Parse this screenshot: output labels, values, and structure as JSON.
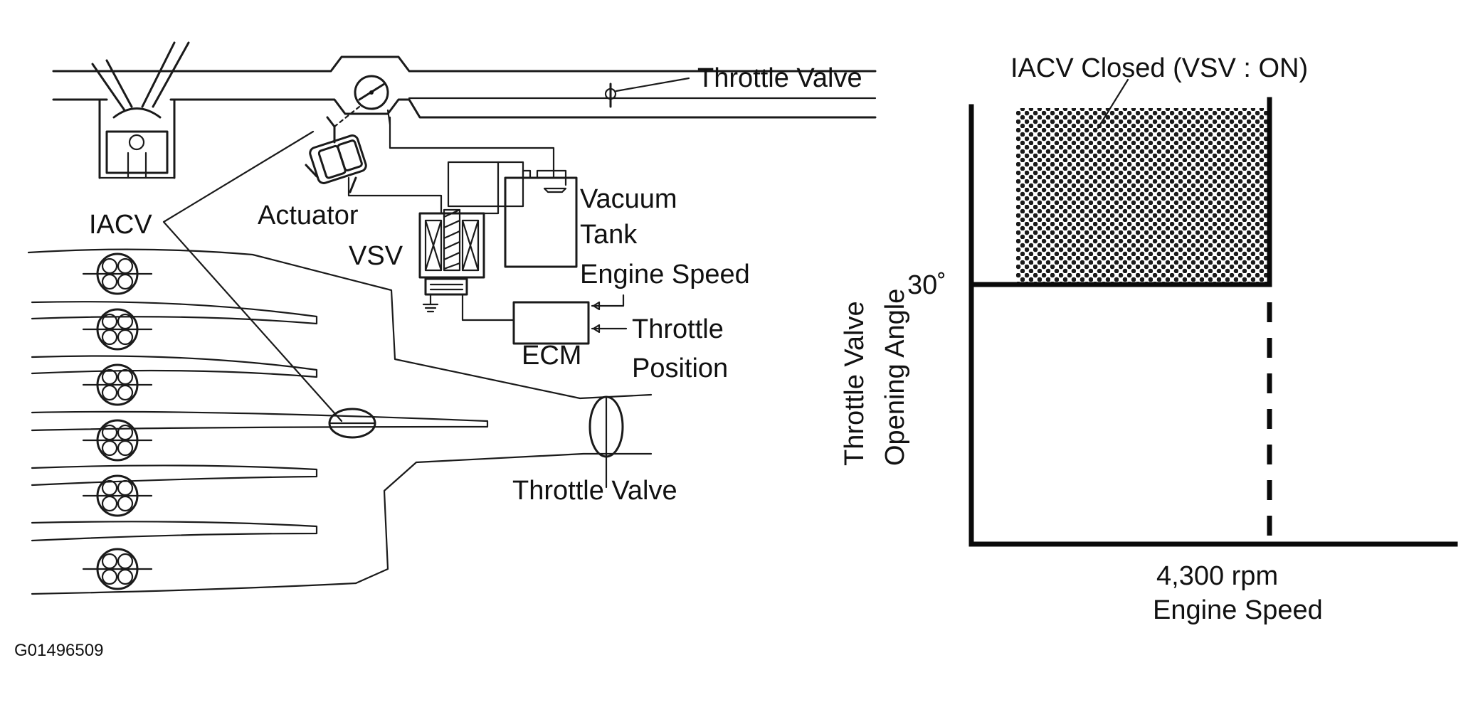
{
  "colors": {
    "ink": "#111111",
    "paper": "#ffffff"
  },
  "left_diagram": {
    "labels": {
      "throttle_valve_top": "Throttle Valve",
      "iacv": "IACV",
      "actuator": "Actuator",
      "vsv": "VSV",
      "vacuum": "Vacuum",
      "tank": "Tank",
      "engine_speed": "Engine Speed",
      "ecm": "ECM",
      "throttle": "Throttle",
      "position": "Position",
      "throttle_valve_bottom": "Throttle Valve"
    }
  },
  "graph": {
    "region_label": "IACV Closed (VSV : ON)",
    "y_label_line1": "Throttle Valve",
    "y_label_line2": "Opening Angle",
    "y_tick": "30˚",
    "x_tick": "4,300 rpm",
    "x_label": "Engine Speed"
  },
  "figure_id": "G01496509"
}
